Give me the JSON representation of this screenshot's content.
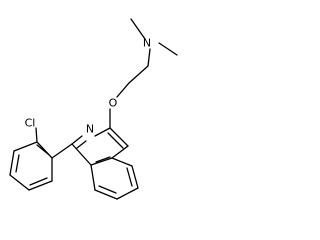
{
  "molecule": {
    "atoms": {
      "N_amine": "N",
      "O_ether": "O",
      "N_ring": "N",
      "Cl": "Cl"
    }
  }
}
